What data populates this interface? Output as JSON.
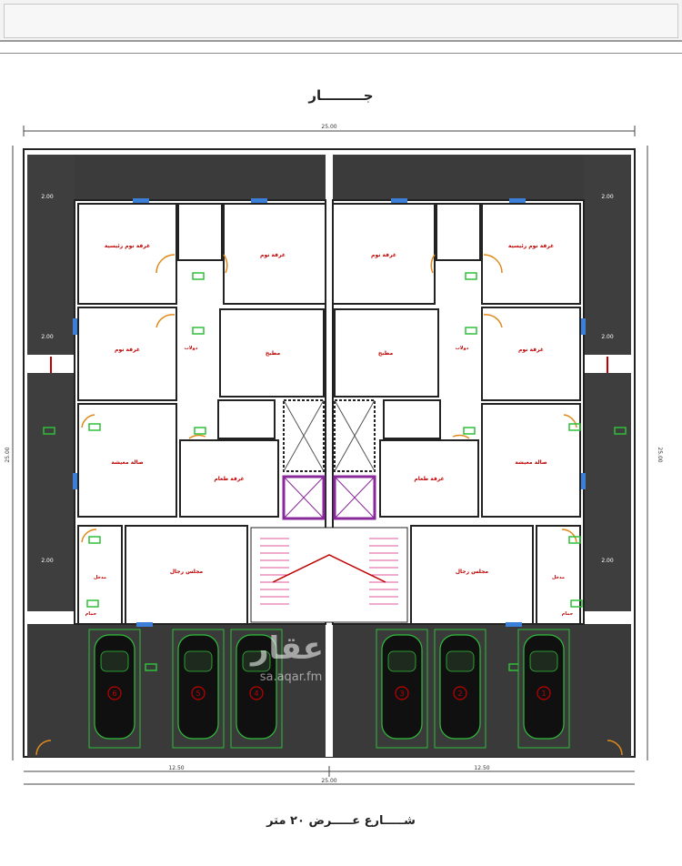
{
  "title_top": "جـــــــــار",
  "title_bottom": "شـــــارع عـــــرض ٢٠ متر",
  "dims": {
    "overall_width": "25.00",
    "half_width": "12.50",
    "overall_depth": "25.00",
    "setback": "2.00"
  },
  "rooms": {
    "master_bedroom": "غرفة نوم رئيسية",
    "bedroom": "غرفة نوم",
    "kitchen": "مطبخ",
    "living": "صالة معيشة",
    "dining": "غرفة طعام",
    "majlis": "مجلس رجال",
    "wardrobe": "دولاب",
    "bath": "حمام",
    "entrance": "مدخل"
  },
  "parking_numbers": [
    "6",
    "5",
    "4",
    "3",
    "2",
    "1"
  ],
  "watermark": {
    "logo_text": "عقار",
    "url": "sa.aqar.fm"
  },
  "colors": {
    "wall": "#1f1f1f",
    "setback_fill": "#3a3a3a",
    "label_red": "#c00000",
    "door_orange": "#e08a1c",
    "window_blue": "#3b7fd8",
    "stair_pink": "#e05aa0",
    "elevator_purple": "#8a2a9a",
    "marker_green": "#2fbf3a"
  }
}
